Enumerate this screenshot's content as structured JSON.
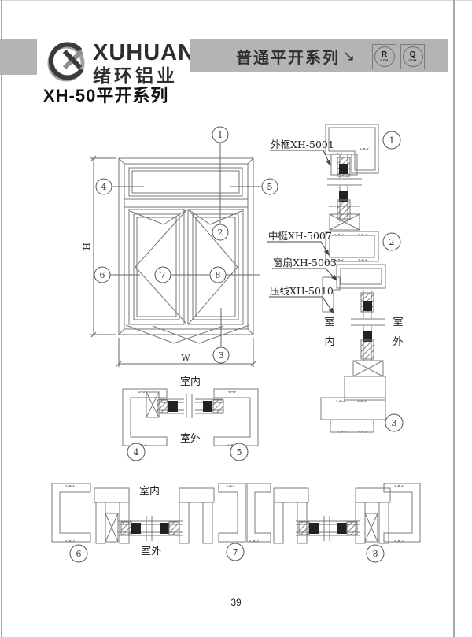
{
  "header": {
    "brand_en": "XUHUAN",
    "brand_cn": "绪环铝业",
    "banner_title": "普通平开系列",
    "banner_arrow": "↘",
    "badges": [
      {
        "letter": "R",
        "sub": "COM"
      },
      {
        "letter": "Q",
        "sub": "COM"
      }
    ]
  },
  "title": "XH-50平开系列",
  "drawing": {
    "dim_h": "H",
    "dim_w": "W",
    "callouts": {
      "n1": "1",
      "n2": "2",
      "n3": "3",
      "n4": "4",
      "n5": "5",
      "n6": "6",
      "n7": "7",
      "n8": "8"
    },
    "labels": {
      "outer_frame": "外框XH-5001",
      "mullion": "中梃XH-5007",
      "sash": "窗扇XH-5003",
      "bead": "压线XH-5010"
    },
    "indoor": "室内",
    "outdoor": "室外",
    "indoor_chars": [
      "室",
      "内"
    ],
    "outdoor_chars": [
      "室",
      "外"
    ]
  },
  "footer": {
    "page_number": "39"
  },
  "colors": {
    "banner_bg": "#b4b4b4",
    "line": "#757575",
    "dark": "#333333"
  }
}
